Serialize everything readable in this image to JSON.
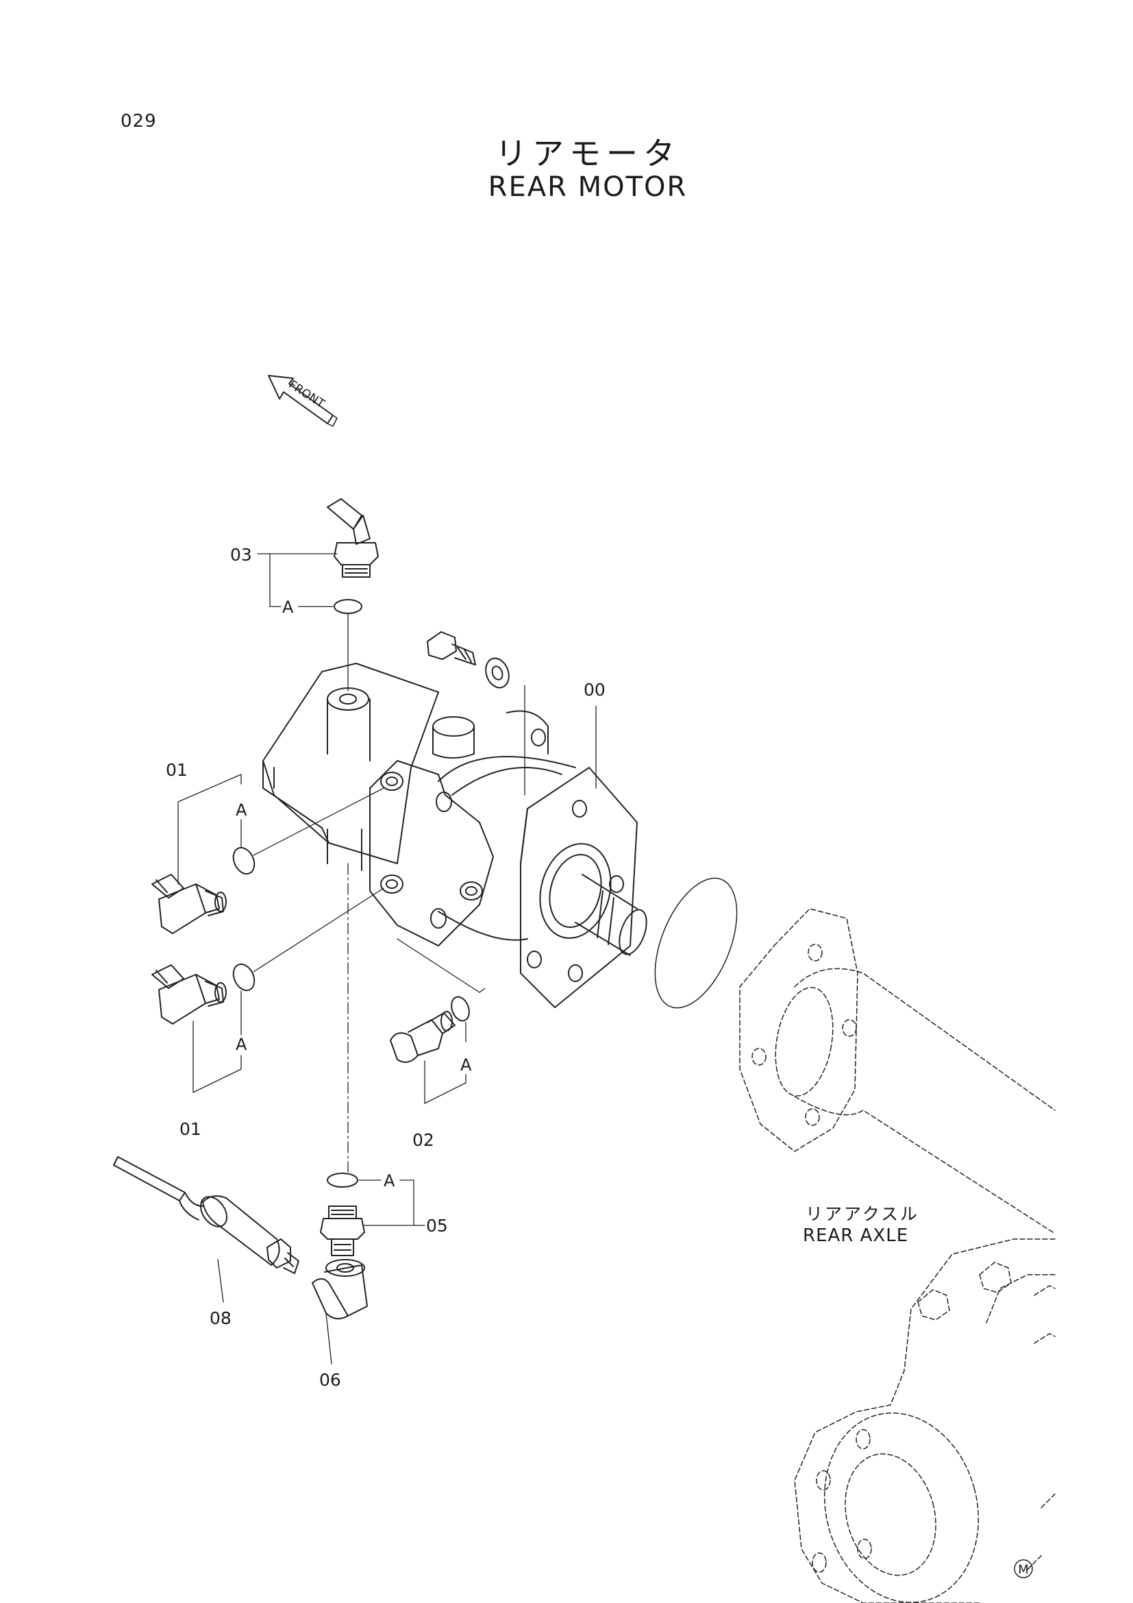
{
  "page": {
    "number": "029",
    "title_jp": "リアモータ",
    "title_en": "REAR MOTOR"
  },
  "direction_marker": {
    "label": "FRONT",
    "icon": "front-arrow-icon"
  },
  "callouts": {
    "main_motor": "00",
    "fitting_left_upper": "01",
    "fitting_left_lower": "01",
    "fitting_right": "02",
    "elbow_top": "03",
    "adapter": "05",
    "elbow_bottom": "06",
    "sensor": "08"
  },
  "oring_marker": "A",
  "related_assembly": {
    "label_jp": "リアアクスル",
    "label_en": "REAR AXLE"
  },
  "copyright_mark": "M"
}
